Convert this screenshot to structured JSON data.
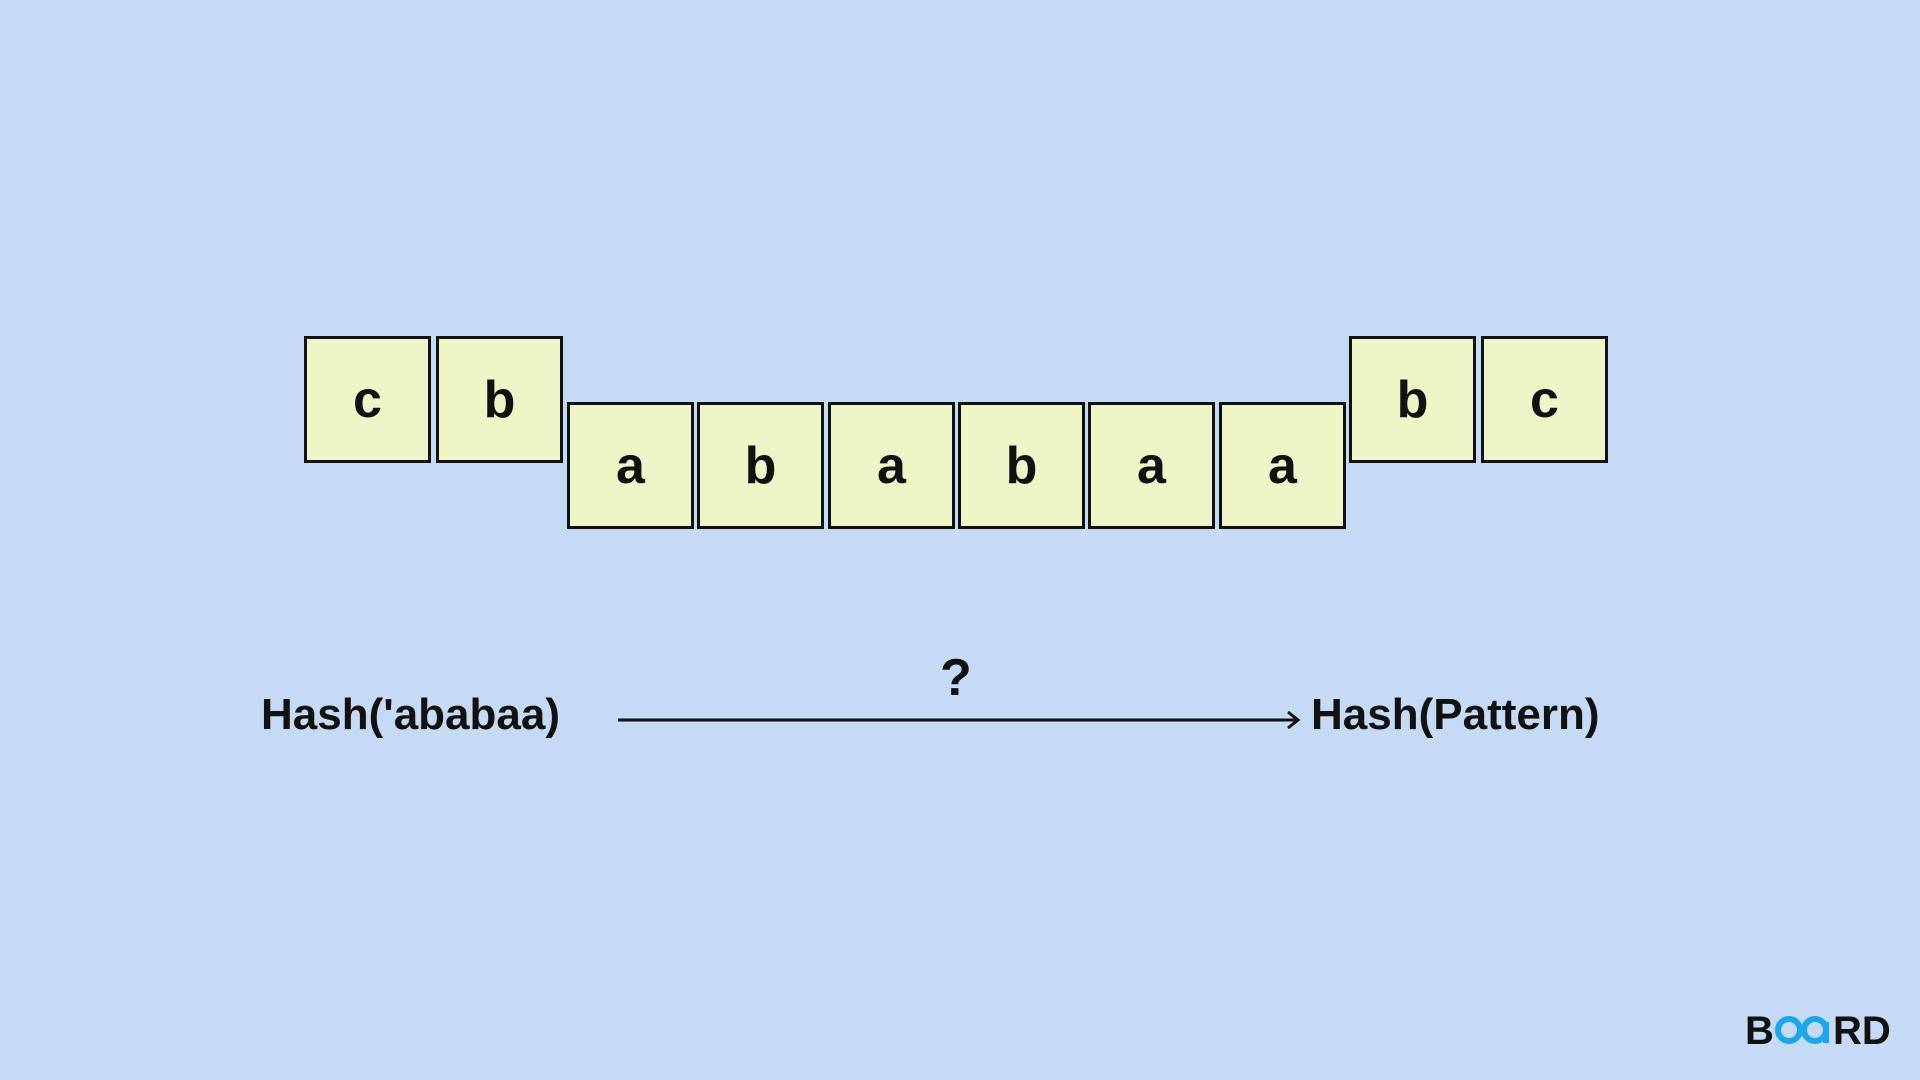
{
  "text_cells": {
    "left": [
      "c",
      "b"
    ],
    "window": [
      "a",
      "b",
      "a",
      "b",
      "a",
      "a"
    ],
    "right": [
      "b",
      "c"
    ]
  },
  "hash_left": "Hash('ababaa)",
  "hash_right": "Hash(Pattern)",
  "question": "?",
  "logo": "BOARD",
  "colors": {
    "background": "#c5dbf5",
    "cell": "#eef6c8",
    "logo_accent": "#1aa7ec"
  }
}
